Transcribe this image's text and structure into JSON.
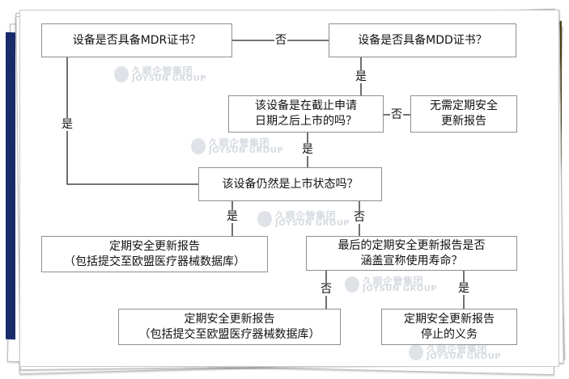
{
  "nodes": {
    "mdr": "设备是否具备MDR证书？",
    "mdd": "设备是否具备MDD证书？",
    "before_deadline": [
      "该设备是在截止申请",
      "日期之后上市的吗？"
    ],
    "no_update": [
      "无需定期安全",
      "更新报告"
    ],
    "on_market": "该设备仍然是上市状态吗？",
    "psur_left": [
      "定期安全更新报告",
      "（包括提交至欧盟医疗器械数据库）"
    ],
    "last_psur": [
      "最后的定期安全更新报告是否",
      "涵盖宣称使用寿命？"
    ],
    "psur_bottom": [
      "定期安全更新报告",
      "（包括提交至欧盟医疗器械数据库）"
    ],
    "psur_stop": [
      "定期安全更新报告",
      "停止的义务"
    ]
  },
  "edge_labels": {
    "mdr_mdd": "否",
    "mdd_before": "是",
    "before_noupdate": "否",
    "mdr_onmarket": "是",
    "before_onmarket": "是",
    "onmarket_psur": "是",
    "onmarket_last": "否",
    "last_psur_bottom": "否",
    "last_stop": "是"
  },
  "watermark": {
    "line1": "久顺企管集团",
    "line2": "JOYSUN GROUP"
  },
  "colors": {
    "line": "#222222",
    "box_border": "#8f8f8f",
    "watermark": "#d6dbe1"
  }
}
